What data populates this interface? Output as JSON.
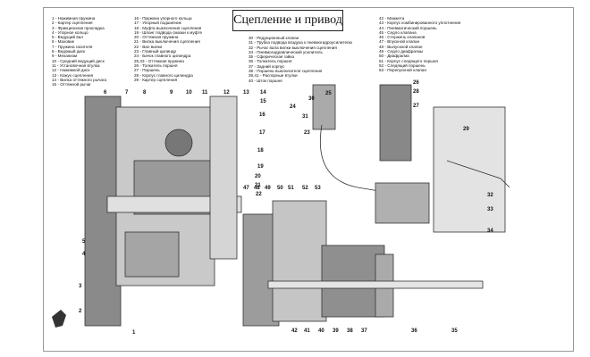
{
  "title": "Сцепление и привод",
  "legend": {
    "col1": [
      "1 - Нажимная пружина",
      "2 - Картер сцепления",
      "3 - Фрикционная прокладка",
      "4 - Упорное кольцо",
      "5 - Ведущий вал",
      "6 - Маховик",
      "7 - Пружина гасителя",
      "8 - Ведомый диск",
      "9 - Механизм",
      "10 - Средний ведущий диск",
      "11 - Установочная втулка",
      "12 - Нажимной диск",
      "13 - Кожух сцепления",
      "14 - Вилка оттяжного рычага",
      "15 - Оттяжной рычаг"
    ],
    "col2": [
      "16 - Пружина упорного кольца",
      "17 - Упорный подшипник",
      "18 - Муфта выключения сцепления",
      "19 - Шланг подвода смазки к муфте",
      "20 - Оттяжная пружина",
      "21 - Вилка выключения сцепления",
      "22 - Вал вилки",
      "23 - Главный цилиндр",
      "24 - Бачок главного цилиндра",
      "25,33 - Оттяжная пружина",
      "26 - Толкатель поршня",
      "27 - Поршень",
      "28 - Корпус главного цилиндра",
      "29 - Картер сцепления"
    ],
    "col3": [
      "30 - Редукционный клапан",
      "31 - Трубка подвода воздуха к пневмогидроусилителю",
      "32 - Рычаг вала вилки выключения сцепления",
      "34 - Пневмогидравлический усилитель",
      "35 - Сферическая гайка",
      "36 - Толкатель поршня",
      "37 - Задний корпус",
      "38 - Поршень выключателя сцепления",
      "39,41 - Распорные втулки",
      "40 - Шток поршня"
    ],
    "col4": [
      "42 - Манжета",
      "43 - Корпус комбинированного уплотнения",
      "44 - Пневматический поршень",
      "45 - Седло клапана",
      "46 - Стержень клапанов",
      "47 - Впускной клапан",
      "48 - Выпускной клапан",
      "49 - Седло диафрагмы",
      "50 - Диафрагма",
      "51 - Корпус следящего поршня",
      "52 - Следящий поршень",
      "53 - Перепускной клапан"
    ]
  },
  "callouts": [
    "6",
    "7",
    "8",
    "9",
    "10",
    "11",
    "12",
    "13",
    "14",
    "15",
    "16",
    "17",
    "18",
    "19",
    "20",
    "21",
    "22",
    "5",
    "4",
    "3",
    "2",
    "1",
    "47",
    "48",
    "49",
    "50",
    "51",
    "52",
    "53",
    "42",
    "41",
    "40",
    "39",
    "38",
    "37",
    "36",
    "35",
    "34",
    "33",
    "32",
    "31",
    "30",
    "29",
    "28",
    "27",
    "26",
    "25",
    "24",
    "23"
  ]
}
